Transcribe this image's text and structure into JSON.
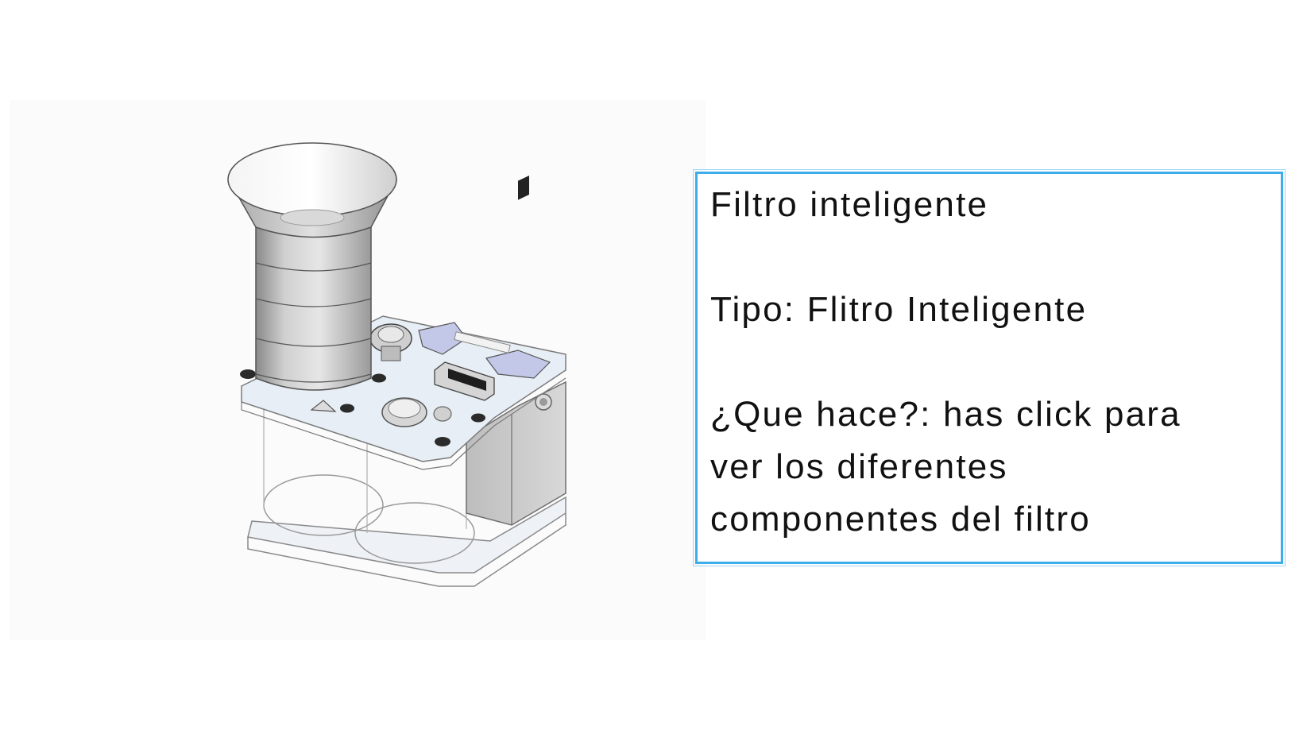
{
  "info": {
    "title": "Filtro inteligente",
    "type_line": "Tipo: Flitro Inteligente",
    "desc_line1": "¿Que hace?: has click para",
    "desc_line2": "ver los diferentes",
    "desc_line3": "componentes del filtro"
  },
  "colors": {
    "border": "#3daee9",
    "text": "#111111",
    "panel_bg": "#fbfbfb"
  }
}
